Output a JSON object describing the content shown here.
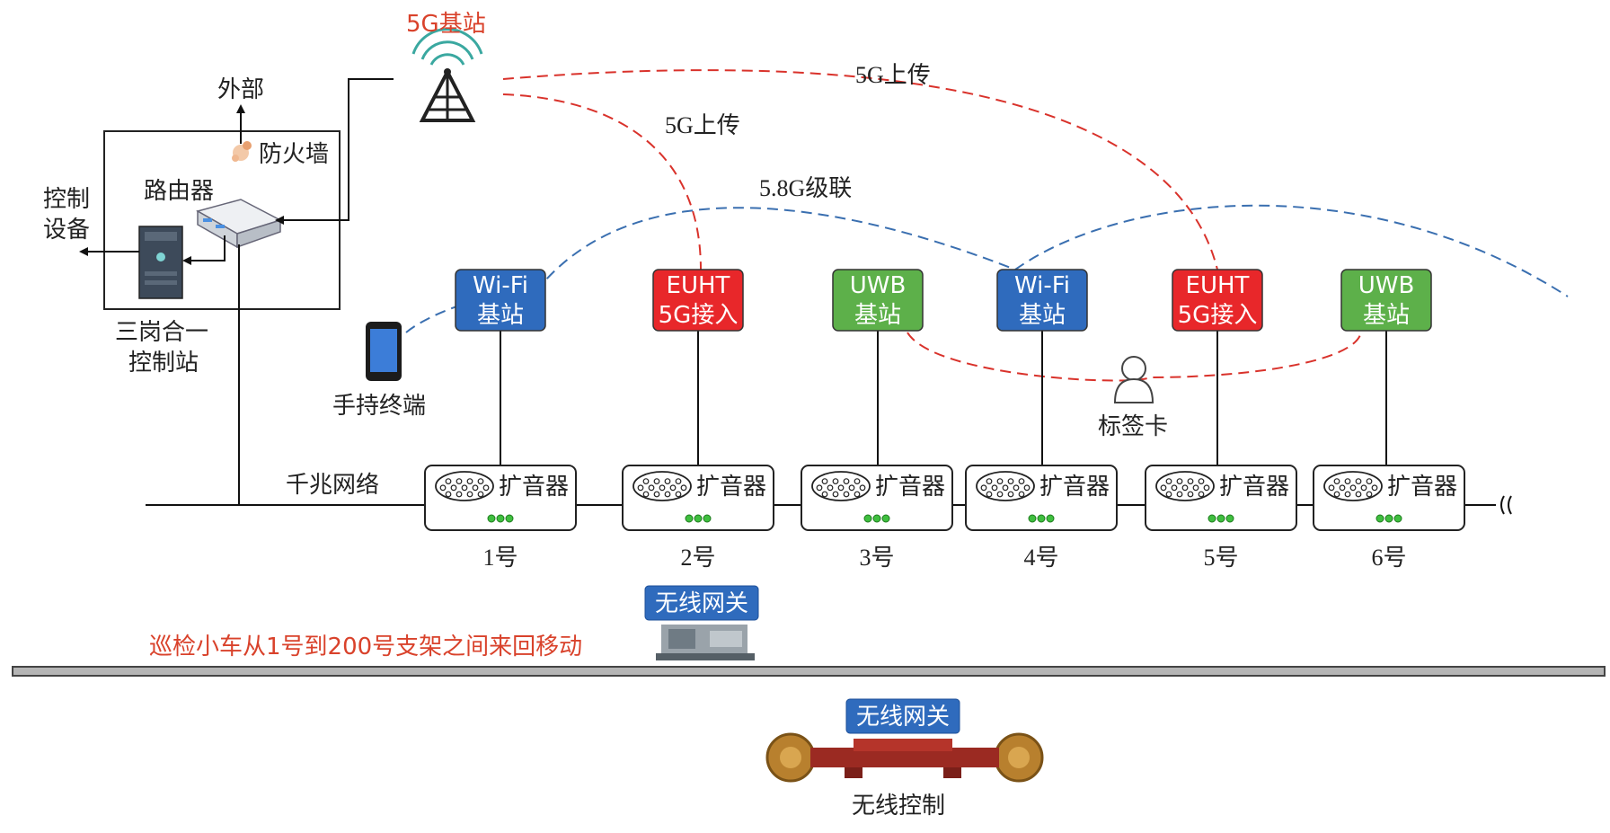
{
  "title_5g_station": "5G基站",
  "external": "外部",
  "firewall": "防火墙",
  "router": "路由器",
  "control_device": [
    "控制",
    "设备"
  ],
  "control_station": [
    "三岗合一",
    "控制站"
  ],
  "handheld": "手持终端",
  "gigabit": "千兆网络",
  "tag_card": "标签卡",
  "link_5g_upload_1": "5G上传",
  "link_5g_upload_2": "5G上传",
  "link_58g": "5.8G级联",
  "base_stations": [
    {
      "line1": "Wi-Fi",
      "line2": "基站",
      "color": "#2f6bbd"
    },
    {
      "line1": "EUHT",
      "line2": "5G接入",
      "color": "#e8272a"
    },
    {
      "line1": "UWB",
      "line2": "基站",
      "color": "#5db04a"
    },
    {
      "line1": "Wi-Fi",
      "line2": "基站",
      "color": "#2f6bbd"
    },
    {
      "line1": "EUHT",
      "line2": "5G接入",
      "color": "#e8272a"
    },
    {
      "line1": "UWB",
      "line2": "基站",
      "color": "#5db04a"
    }
  ],
  "speakers": [
    {
      "label": "扩音器",
      "num": "1号"
    },
    {
      "label": "扩音器",
      "num": "2号"
    },
    {
      "label": "扩音器",
      "num": "3号"
    },
    {
      "label": "扩音器",
      "num": "4号"
    },
    {
      "label": "扩音器",
      "num": "5号"
    },
    {
      "label": "扩音器",
      "num": "6号"
    }
  ],
  "gateway_1": "无线网关",
  "gateway_2": "无线网关",
  "patrol_note": "巡检小车从1号到200号支架之间来回移动",
  "wireless_control": "无线控制",
  "colors": {
    "red_dash": "#d9322b",
    "blue_dash": "#3a6fb0",
    "gateway_bg": "#2f6bbd",
    "note_red": "#d9422b"
  }
}
